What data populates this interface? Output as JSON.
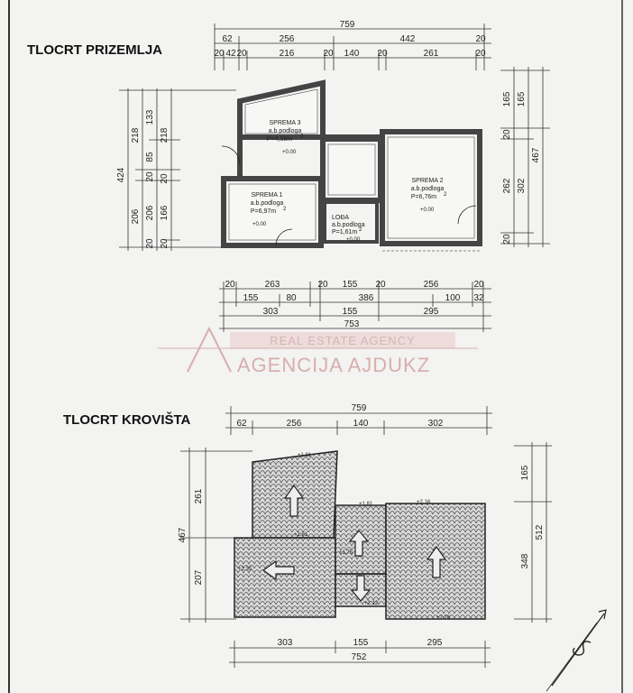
{
  "titles": {
    "ground": "TLOCRT PRIZEMLJA",
    "roof": "TLOCRT KROVIŠTA"
  },
  "watermark": {
    "line1": "REAL ESTATE AGENCY",
    "line2": "AGENCIJA AJDUKZ"
  },
  "ground_top_dims": {
    "total": "759",
    "row2": [
      "62",
      "256",
      "442",
      "20"
    ],
    "row3": [
      "20",
      "42",
      "20",
      "216",
      "20",
      "140",
      "20",
      "261",
      "20"
    ]
  },
  "ground_left_dims": {
    "total": "424",
    "col2": [
      "218",
      "206"
    ],
    "col3": [
      "133",
      "85",
      "20",
      "206",
      "20"
    ],
    "col4": [
      "218",
      "20",
      "166",
      "20"
    ]
  },
  "ground_right_dims": {
    "total": "467",
    "col2": [
      "165",
      "20",
      "262",
      "20"
    ],
    "col3": [
      "165",
      "302"
    ]
  },
  "ground_bottom_dims": {
    "row1": [
      "20",
      "263",
      "20",
      "155",
      "20",
      "256",
      "20"
    ],
    "row2": [
      "155",
      "80",
      "386",
      "100",
      "32"
    ],
    "row3": [
      "303",
      "155",
      "295"
    ],
    "total": "753"
  },
  "rooms": {
    "sprema3": {
      "name": "SPREMA 3",
      "floor": "a.b.podloga",
      "area": "P=4,58m",
      "elev": "+0.00"
    },
    "sprema1": {
      "name": "SPREMA 1",
      "floor": "a.b.podloga",
      "area": "P=6,97m",
      "elev": "+0.00"
    },
    "sprema2": {
      "name": "SPREMA 2",
      "floor": "a.b.podloga",
      "area": "P=6,76m",
      "elev": "+0.00"
    },
    "loda": {
      "name": "LOĐA",
      "floor": "a.b.podloga",
      "area": "P=1,61m",
      "elev": "+0.00"
    },
    "area_exp": "2"
  },
  "roof_top_dims": {
    "total": "759",
    "parts": [
      "62",
      "256",
      "140",
      "302"
    ]
  },
  "roof_left_dims": {
    "total": "467",
    "parts": [
      "261",
      "207"
    ]
  },
  "roof_right_dims": {
    "total": "512",
    "parts": [
      "165",
      "348"
    ]
  },
  "roof_bottom_dims": {
    "parts": [
      "303",
      "155",
      "295"
    ],
    "total": "752"
  },
  "roof_elevations": [
    "+1.81",
    "+1.81",
    "+2.16",
    "+2.81",
    "+1.75",
    "+2.35",
    "+2.12",
    "+2.76"
  ]
}
